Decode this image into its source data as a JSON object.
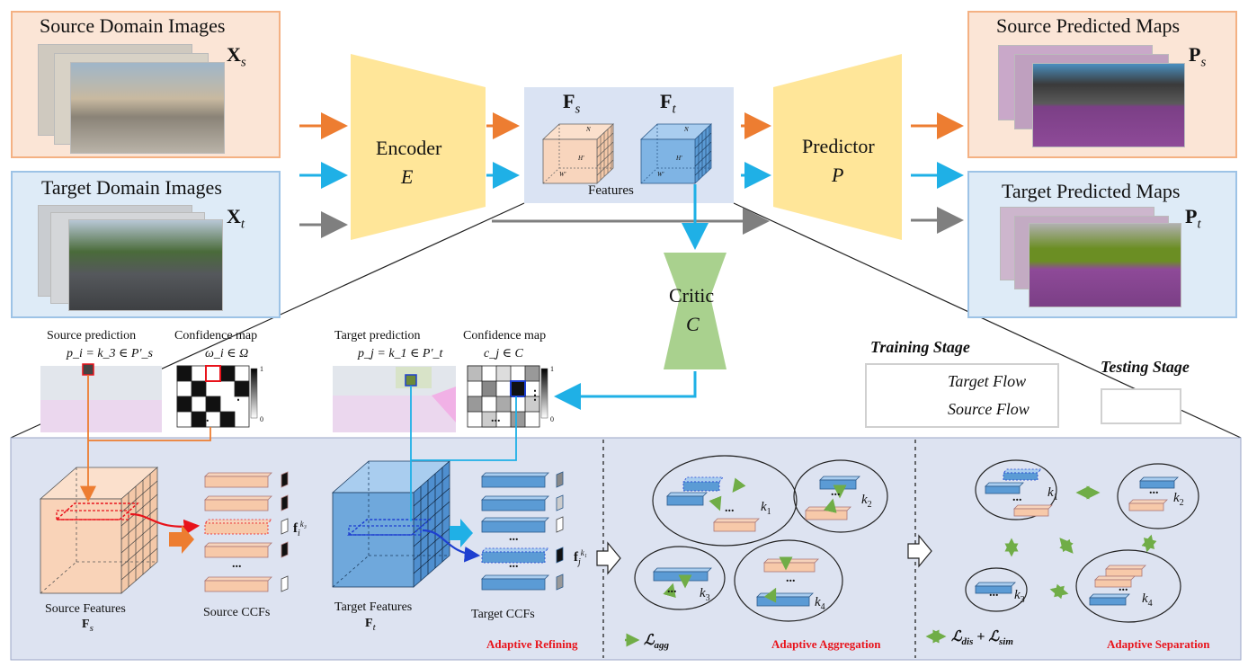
{
  "colors": {
    "source_orange": "#ed7d31",
    "target_blue": "#1fb0e6",
    "test_gray": "#7f7f7f",
    "encoder_yellow": "#ffe699",
    "critic_green": "#a9d18e",
    "bottom_panel": "#dde3f1",
    "feature_panel": "#dae3f3",
    "source_panel_bg": "#fbe5d6",
    "target_panel_bg": "#deebf7",
    "red_label": "#e8131b"
  },
  "top": {
    "source_images_title": "Source Domain Images",
    "source_images_symbol": "X",
    "source_images_sub": "s",
    "target_images_title": "Target Domain Images",
    "target_images_symbol": "X",
    "target_images_sub": "t",
    "encoder_label": "Encoder",
    "encoder_symbol": "E",
    "features_label": "Features",
    "fs_symbol": "F",
    "fs_sub": "s",
    "ft_symbol": "F",
    "ft_sub": "t",
    "cube_n": "N",
    "cube_h": "H'",
    "cube_w": "W'",
    "predictor_label": "Predictor",
    "predictor_symbol": "P",
    "critic_label": "Critic",
    "critic_symbol": "C",
    "source_maps_title": "Source Predicted Maps",
    "source_maps_symbol": "P",
    "source_maps_sub": "s",
    "target_maps_title": "Target Predicted Maps",
    "target_maps_symbol": "P",
    "target_maps_sub": "t"
  },
  "middle": {
    "source_prediction_label": "Source prediction",
    "source_prediction_eq": "p_i = k_3 ∈ P'_s",
    "source_confidence_label": "Confidence map",
    "source_confidence_eq": "ω_i ∈ Ω",
    "target_prediction_label": "Target prediction",
    "target_prediction_eq": "p_j = k_1 ∈ P'_t",
    "target_confidence_label": "Confidence map",
    "target_confidence_eq": "c_j ∈ C",
    "colorbar_top": "1",
    "colorbar_bottom": "0",
    "ellipsis": "...",
    "vdots": "⋮"
  },
  "legend": {
    "training_stage": "Training Stage",
    "target_flow": "Target Flow",
    "source_flow": "Source Flow",
    "testing_stage": "Testing Stage"
  },
  "bottom": {
    "source_features_label": "Source Features",
    "source_features_symbol": "F",
    "source_features_sub": "s",
    "source_ccfs_label": "Source CCFs",
    "source_ccf_symbol": "f",
    "source_ccf_sub": "i",
    "source_ccf_sup": "k₃",
    "target_features_label": "Target Features",
    "target_features_symbol": "F",
    "target_features_sub": "t",
    "target_ccfs_label": "Target CCFs",
    "target_ccf_symbol": "f",
    "target_ccf_sub": "j",
    "target_ccf_sup": "k₁",
    "adaptive_refining": "Adaptive Refining",
    "adaptive_aggregation": "Adaptive Aggregation",
    "adaptive_separation": "Adaptive Separation",
    "loss_agg": "ℒ",
    "loss_agg_sub": "agg",
    "loss_sep_a": "ℒ",
    "loss_sep_a_sub": "dis",
    "loss_sep_plus": "+",
    "loss_sep_b": "ℒ",
    "loss_sep_b_sub": "sim",
    "k1": "k",
    "k1_sub": "1",
    "k2": "k",
    "k2_sub": "2",
    "k3": "k",
    "k3_sub": "3",
    "k4": "k",
    "k4_sub": "4",
    "ellipsis": "..."
  }
}
